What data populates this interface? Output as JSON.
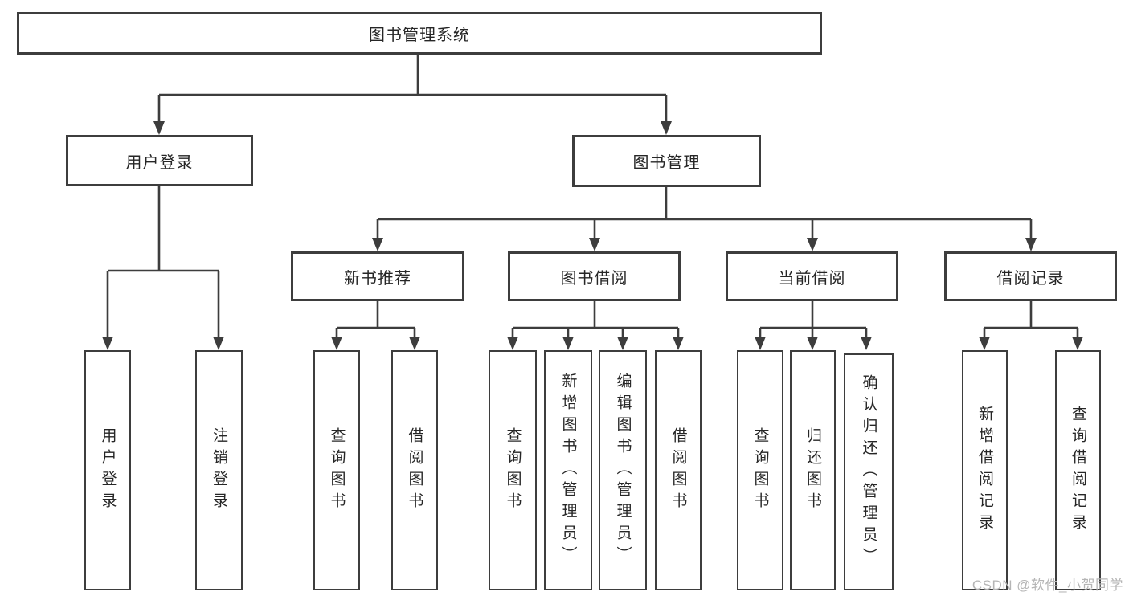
{
  "diagram_title": "图书管理系统",
  "colors": {
    "line": "#3d3d3d",
    "text": "#262626",
    "box_background": "#ffffff",
    "watermark": "#b5b5b5"
  },
  "nodes": {
    "root": {
      "label": "图书管理系统"
    },
    "user_login": {
      "label": "用户登录"
    },
    "book_mgmt": {
      "label": "图书管理"
    },
    "new_book_rec": {
      "label": "新书推荐"
    },
    "book_borrow": {
      "label": "图书借阅"
    },
    "current_borrow": {
      "label": "当前借阅"
    },
    "borrow_record": {
      "label": "借阅记录"
    },
    "leaves": [
      {
        "label": "用户登录",
        "parent": "用户登录"
      },
      {
        "label": "注销登录",
        "parent": "用户登录"
      },
      {
        "label": "查询图书",
        "parent": "新书推荐"
      },
      {
        "label": "借阅图书",
        "parent": "新书推荐"
      },
      {
        "label": "查询图书",
        "parent": "图书借阅"
      },
      {
        "label": "新增图书（管理员）",
        "parent": "图书借阅"
      },
      {
        "label": "编辑图书（管理员）",
        "parent": "图书借阅"
      },
      {
        "label": "借阅图书",
        "parent": "图书借阅"
      },
      {
        "label": "查询图书",
        "parent": "当前借阅"
      },
      {
        "label": "归还图书",
        "parent": "当前借阅"
      },
      {
        "label": "确认归还（管理员）",
        "parent": "当前借阅"
      },
      {
        "label": "新增借阅记录",
        "parent": "借阅记录"
      },
      {
        "label": "查询借阅记录",
        "parent": "借阅记录"
      }
    ]
  },
  "watermark": {
    "text": "CSDN @软件_小贺同学"
  }
}
